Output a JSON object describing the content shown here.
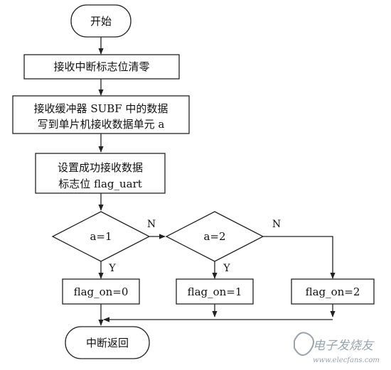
{
  "flowchart": {
    "start": "开始",
    "step1": "接收中断标志位清零",
    "step2_line1": "接收缓冲器 SUBF 中的数据",
    "step2_line2": "写到单片机接收数据单元 a",
    "step3_line1": "设置成功接收数据",
    "step3_line2": "标志位 flag_uart",
    "decision1": "a=1",
    "decision2": "a=2",
    "edge_d1_no": "N",
    "edge_d2_no": "N",
    "edge_d1_yes": "Y",
    "edge_d2_yes": "Y",
    "box_a": "flag_on=0",
    "box_b": "flag_on=1",
    "box_c": "flag_on=2",
    "end": "中断返回"
  },
  "watermark": {
    "text": "电子发烧友",
    "url": "www.elecfans.com"
  }
}
